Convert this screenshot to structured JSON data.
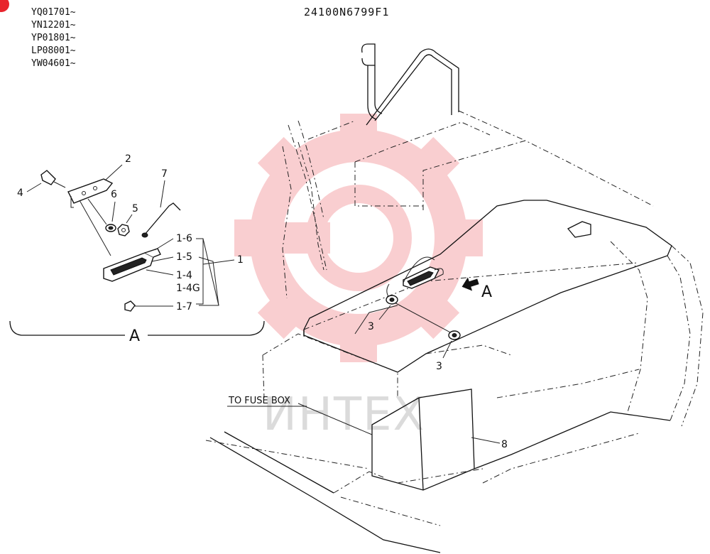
{
  "serial_ranges": [
    "YQ01701~",
    "YN12201~",
    "YP01801~",
    "LP08001~",
    "YW04601~"
  ],
  "drawing_number": "24100N6799F1",
  "detail_view_label": "A",
  "view_arrow_label": "A",
  "callouts": {
    "c1": "1",
    "c1_4": "1-4",
    "c1_4g": "1-4G",
    "c1_5": "1-5",
    "c1_6": "1-6",
    "c1_7": "1-7",
    "c2": "2",
    "c3a": "3",
    "c3b": "3",
    "c4": "4",
    "c5": "5",
    "c6": "6",
    "c7": "7",
    "c8": "8"
  },
  "wire_label": "TO FUSE BOX",
  "watermark": {
    "text": "ИНТЕХ",
    "color": "#e8242c"
  }
}
